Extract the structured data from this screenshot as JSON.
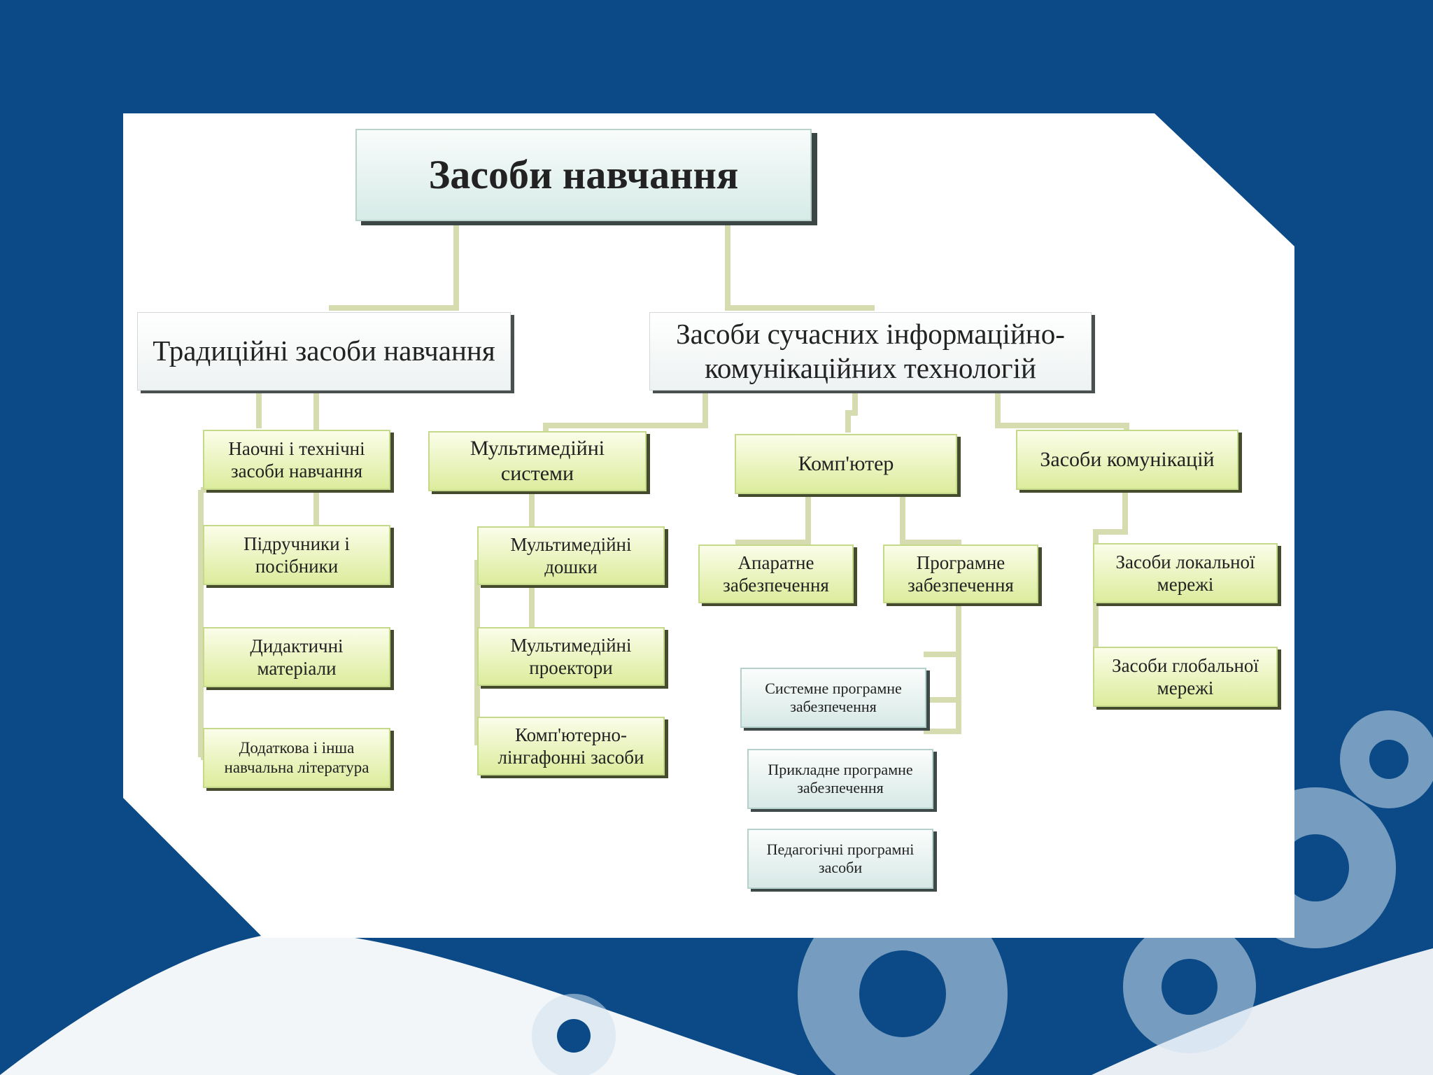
{
  "root": {
    "label": "Засоби навчання"
  },
  "categories": {
    "traditional": "Традиційні засоби навчання",
    "ict": "Засоби сучасних інформаційно-комунікаційних технологій"
  },
  "traditional_items": [
    "Наочні і технічні засоби навчання",
    "Підручники і посібники",
    "Дидактичні матеріали",
    "Додаткова і інша навчальна література"
  ],
  "ict_groups": {
    "multimedia": "Мультимедійні системи",
    "computer": "Комп'ютер",
    "communication": "Засоби комунікацій"
  },
  "multimedia_items": [
    "Мультимедійні дошки",
    "Мультимедійні проектори",
    "Комп'ютерно-лінгафонні засоби"
  ],
  "computer_items": {
    "hardware": "Апаратне забезпечення",
    "software": "Програмне забезпечення"
  },
  "software_items": [
    "Системне програмне забезпечення",
    "Прикладне програмне забезпечення",
    "Педагогічні програмні засоби"
  ],
  "communication_items": [
    "Засоби локальної мережі",
    "Засоби глобальної мережі"
  ],
  "colors": {
    "background": "#0b4a86",
    "connector": "#d6dcb0",
    "green_box": "#dcec9c",
    "blue_box": "#d7e9e6"
  }
}
